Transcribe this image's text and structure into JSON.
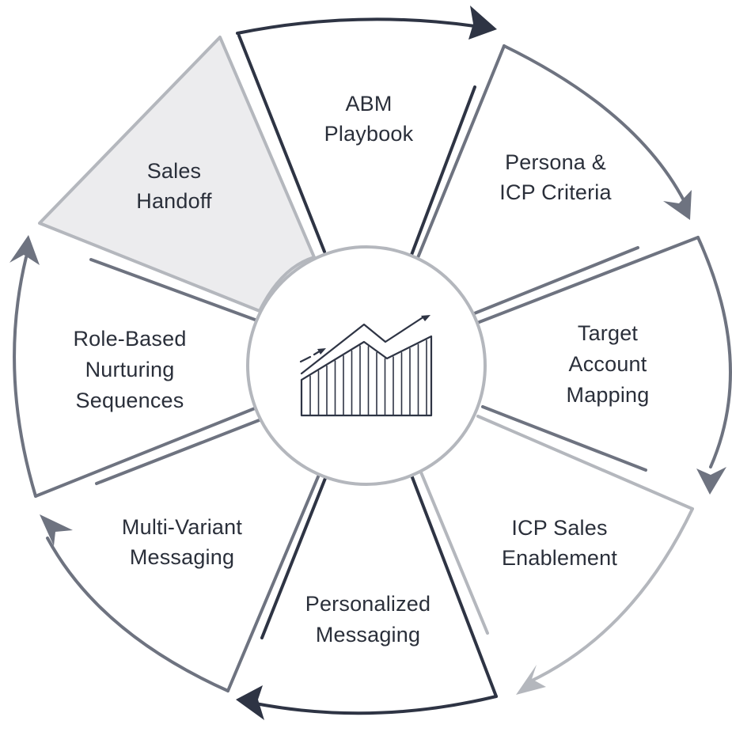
{
  "diagram": {
    "segments": [
      {
        "id": "abm-playbook",
        "lines": [
          "ABM",
          "Playbook"
        ]
      },
      {
        "id": "persona-icp",
        "lines": [
          "Persona &",
          "ICP Criteria"
        ]
      },
      {
        "id": "target-account",
        "lines": [
          "Target",
          "Account",
          "Mapping"
        ]
      },
      {
        "id": "icp-sales",
        "lines": [
          "ICP Sales",
          "Enablement"
        ]
      },
      {
        "id": "personalized",
        "lines": [
          "Personalized",
          "Messaging"
        ]
      },
      {
        "id": "multi-variant",
        "lines": [
          "Multi-Variant",
          "Messaging"
        ]
      },
      {
        "id": "role-based",
        "lines": [
          "Role-Based",
          "Nurturing",
          "Sequences"
        ]
      },
      {
        "id": "sales-handoff",
        "lines": [
          "Sales",
          "Handoff"
        ]
      }
    ],
    "center_icon": "growth-chart-icon",
    "colors": {
      "dark": "#2e3444",
      "mid": "#6e7380",
      "light": "#b4b7bd",
      "highlight_fill": "#ececee"
    }
  }
}
